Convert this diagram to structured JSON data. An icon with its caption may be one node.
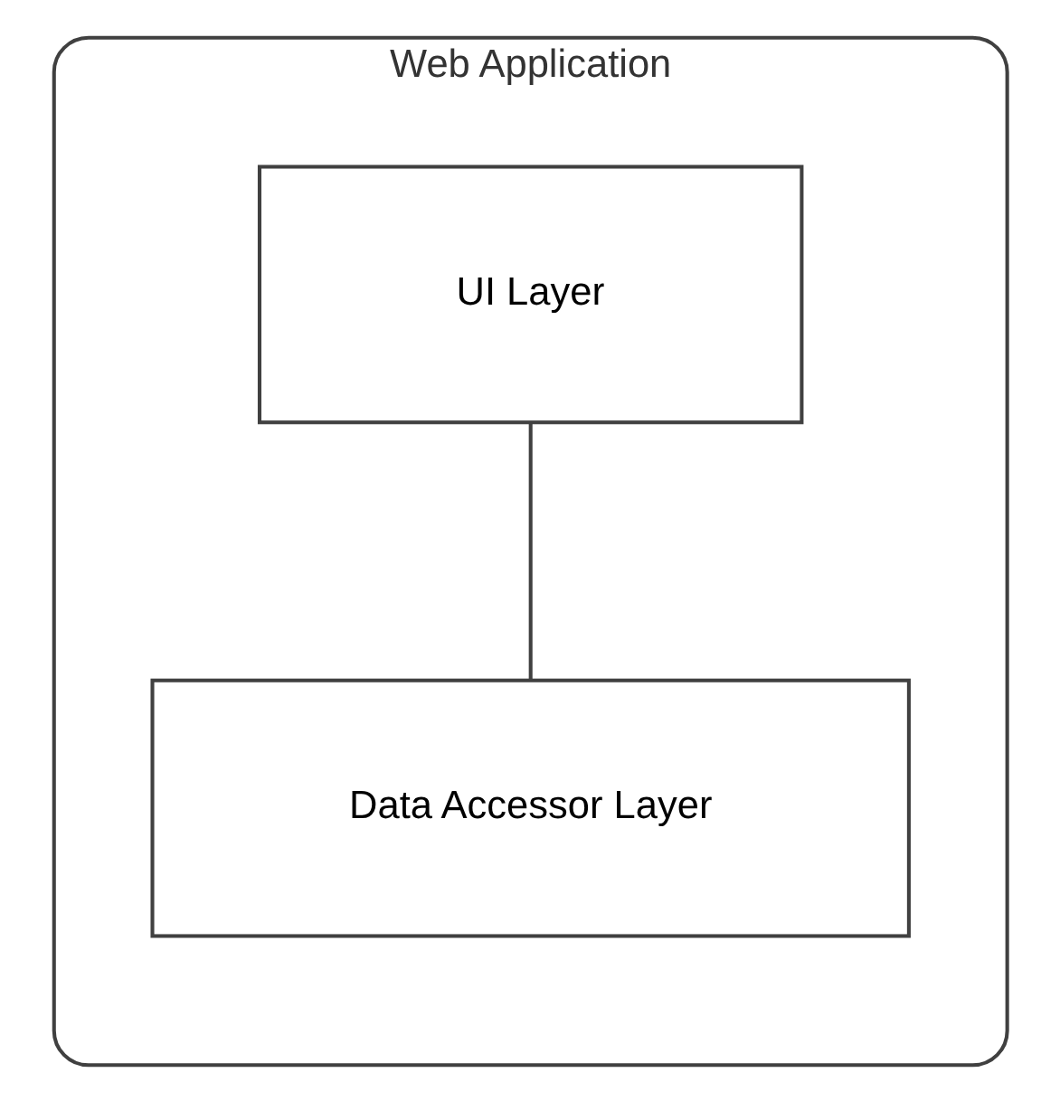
{
  "diagram": {
    "nodes": [
      {
        "text": [
          "Web Application"
        ]
      },
      {
        "text": [
          "UI Layer"
        ],
        "in": 0
      },
      {
        "text": [
          "Data Accessor Layer"
        ],
        "in": 0
      }
    ],
    "edges": [
      {
        "from": 1,
        "to": 2,
        "arrow": "none"
      }
    ]
  }
}
